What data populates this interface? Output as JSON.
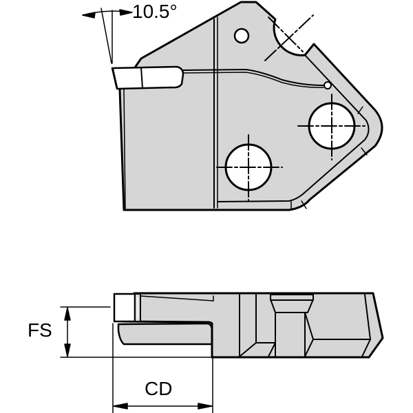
{
  "drawing": {
    "type": "technical-drawing",
    "subject": "cutting insert cartridge",
    "views": [
      "top-view",
      "side-view"
    ],
    "fill_color": "#d6d6d6",
    "line_color": "#000000",
    "background": "#ffffff"
  },
  "annotations": {
    "angle": "10.5°",
    "fs": "FS",
    "cd": "CD"
  }
}
